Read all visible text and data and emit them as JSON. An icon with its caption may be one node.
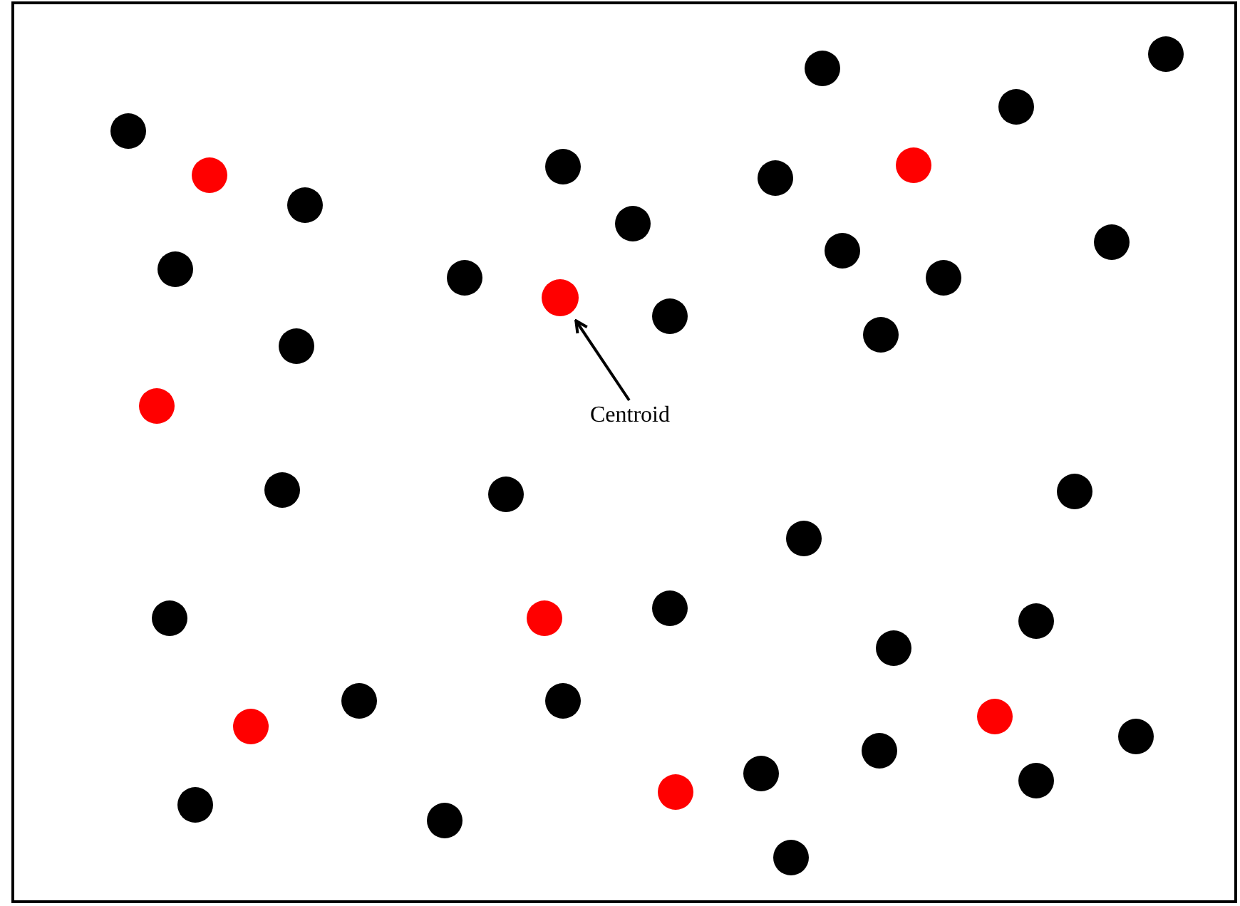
{
  "diagram": {
    "nodes": [
      {
        "text": [
          "Centroid"
        ]
      },
      {
        "text": [],
        "shape": "circle"
      }
    ],
    "edges": [
      {
        "from": 0,
        "to": 1,
        "arrow": "to"
      }
    ]
  }
}
